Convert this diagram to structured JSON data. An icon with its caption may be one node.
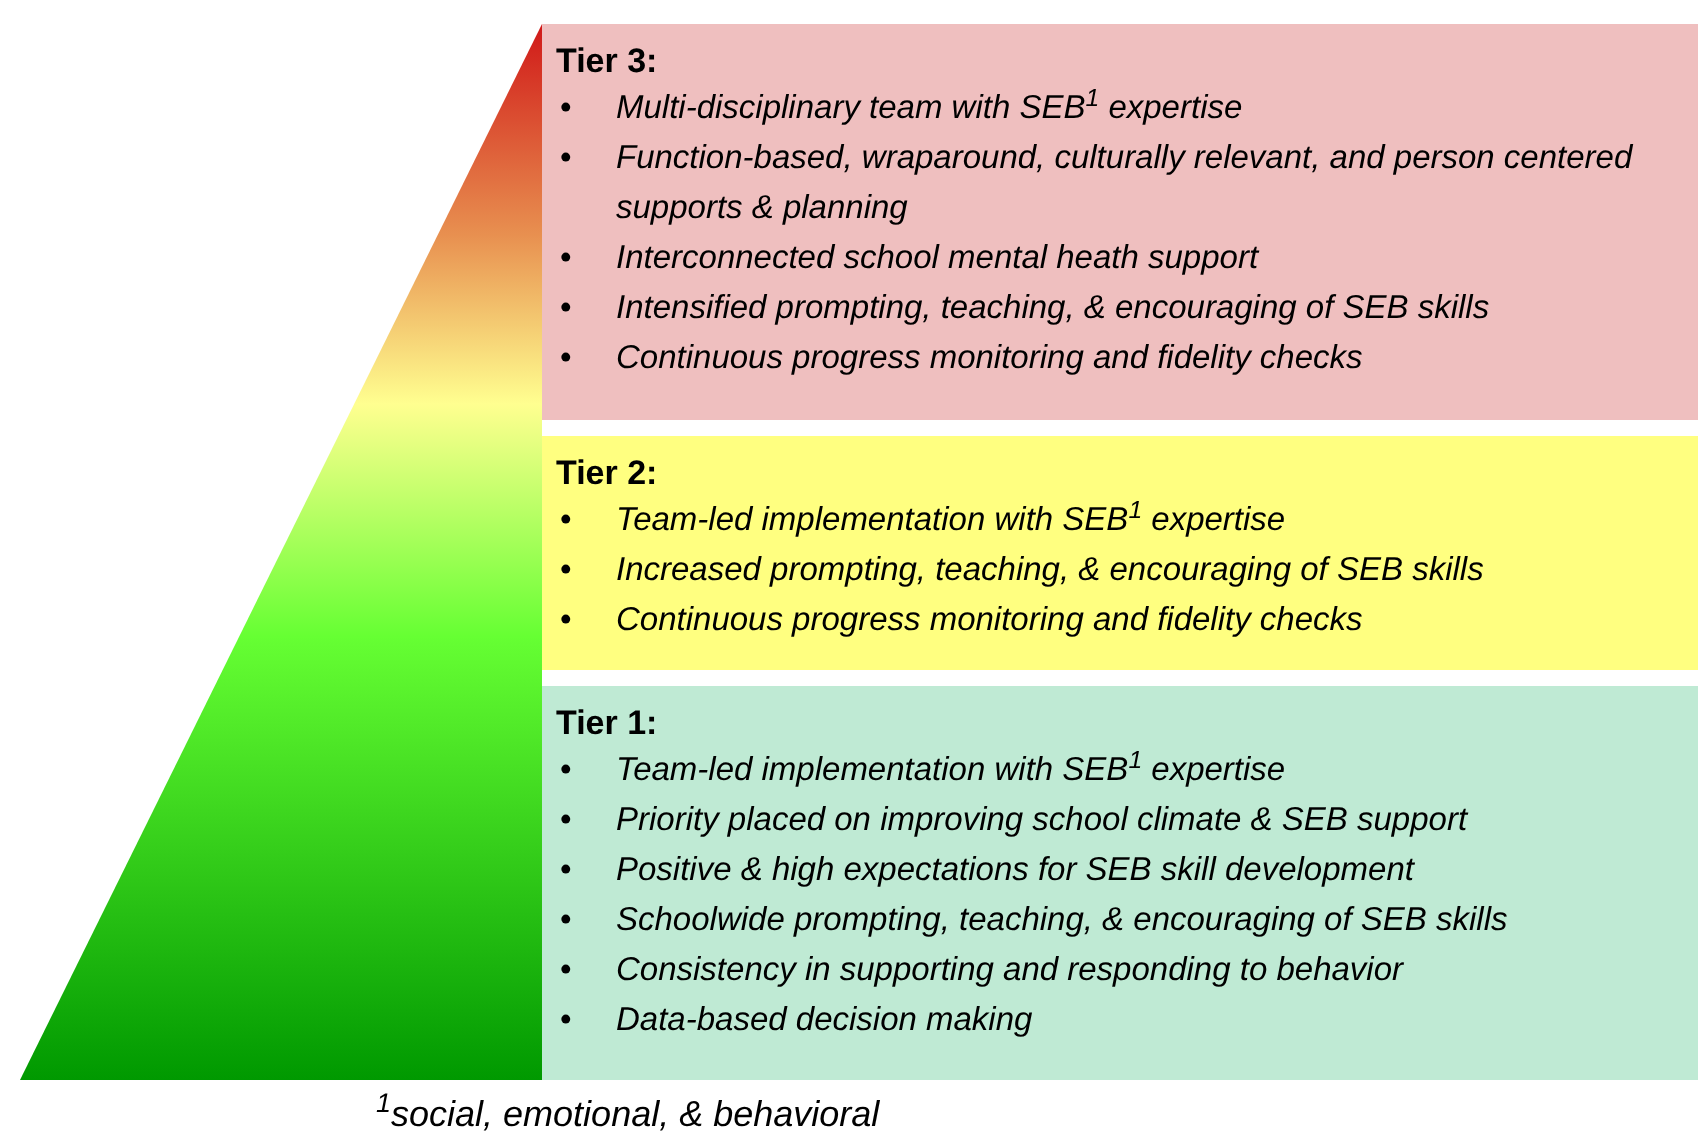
{
  "diagram": {
    "nodes": [
      {
        "text": [],
        "shape": "triangle"
      },
      {
        "text": [
          "Tier 3:",
          "• Multi-disciplinary team with SEB$^{1}$ expertise",
          "• Function-based, wraparound, culturally relevant, and person centered supports & planning",
          "• Interconnected school mental heath support",
          "• Intensified prompting, teaching, & encouraging of SEB skills",
          "• Continuous progress monitoring and fidelity checks"
        ]
      },
      {
        "text": [
          "Tier 2:",
          "• Team-led implementation with SEB$^{1}$ expertise",
          "• Increased prompting, teaching, & encouraging of SEB skills",
          "• Continuous progress monitoring and fidelity checks"
        ]
      },
      {
        "text": [
          "Tier 1:",
          "• Team-led implementation with SEB$^{1}$ expertise",
          "• Priority placed on improving school climate & SEB support",
          "• Positive & high expectations for SEB skill development",
          "• Schoolwide prompting, teaching, & encouraging of SEB skills",
          "• Consistency in supporting and responding to behavior",
          "• Data-based decision making"
        ]
      }
    ],
    "labels": [
      "$^{1}$social, emotional, & behavioral"
    ]
  }
}
